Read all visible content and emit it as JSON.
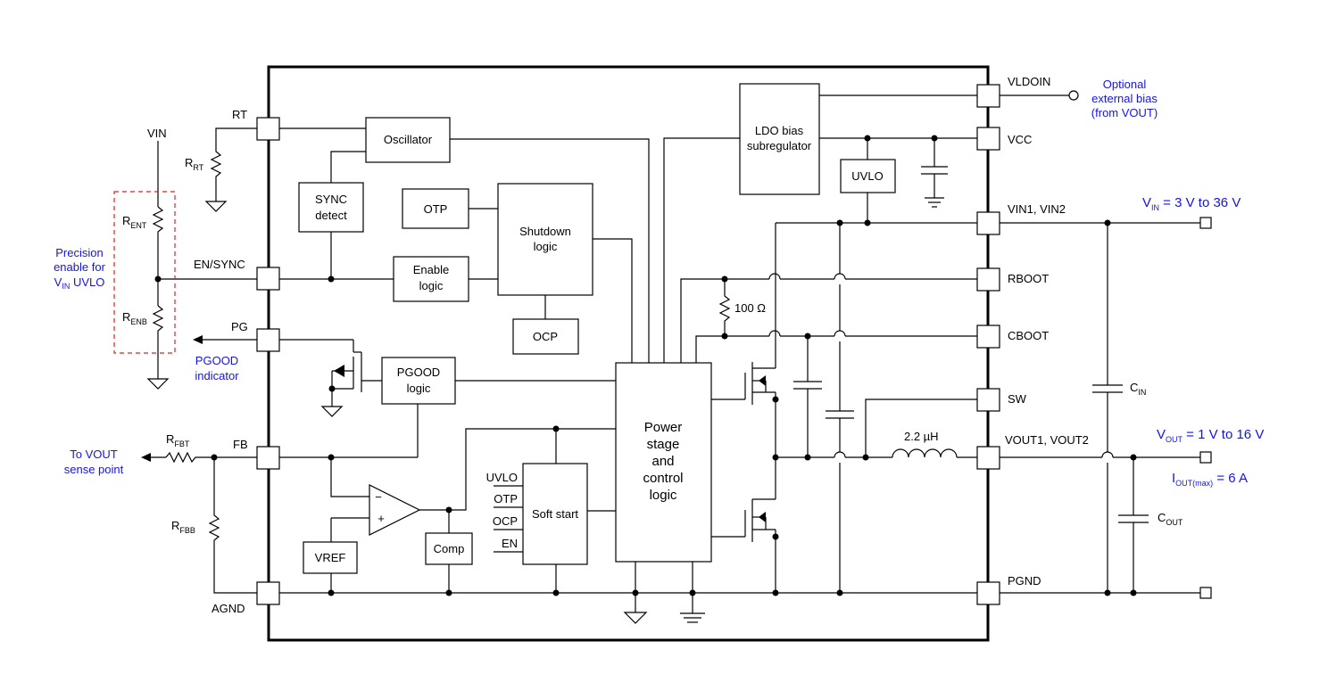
{
  "pins": {
    "rt": "RT",
    "en_sync": "EN/SYNC",
    "pg": "PG",
    "fb": "FB",
    "agnd": "AGND",
    "vldoin": "VLDOIN",
    "vcc": "VCC",
    "vin": "VIN1, VIN2",
    "rboot": "RBOOT",
    "cboot": "CBOOT",
    "sw": "SW",
    "vout": "VOUT1, VOUT2",
    "pgnd": "PGND"
  },
  "blocks": {
    "oscillator": "Oscillator",
    "sync_l1": "SYNC",
    "sync_l2": "detect",
    "otp": "OTP",
    "shutdown_l1": "Shutdown",
    "shutdown_l2": "logic",
    "enable_l1": "Enable",
    "enable_l2": "logic",
    "ocp": "OCP",
    "pgood_l1": "PGOOD",
    "pgood_l2": "logic",
    "ldo_l1": "LDO bias",
    "ldo_l2": "subregulator",
    "uvlo": "UVLO",
    "power_l1": "Power",
    "power_l2": "stage",
    "power_l3": "and",
    "power_l4": "control",
    "power_l5": "logic",
    "softstart": "Soft start",
    "ss_uvlo": "UVLO",
    "ss_otp": "OTP",
    "ss_ocp": "OCP",
    "ss_en": "EN",
    "vref": "VREF",
    "comp": "Comp",
    "amp_minus": "−",
    "amp_plus": "+"
  },
  "external": {
    "vin_top": "VIN",
    "rrt": "R",
    "rrt_sub": "RT",
    "rent": "R",
    "rent_sub": "ENT",
    "renb": "R",
    "renb_sub": "ENB",
    "rfbt": "R",
    "rfbt_sub": "FBT",
    "rfbb": "R",
    "rfbb_sub": "FBB",
    "precision_l1": "Precision",
    "precision_l2": "enable for",
    "precision_l3_a": "V",
    "precision_l3_sub": "IN",
    "precision_l3_b": " UVLO",
    "pgood_l1": "PGOOD",
    "pgood_l2": "indicator",
    "tovout_l1": "To VOUT",
    "tovout_l2": "sense point",
    "optional_l1": "Optional",
    "optional_l2": "external bias",
    "optional_l3": "(from VOUT)",
    "r100": "100 Ω",
    "inductor": "2.2 µH",
    "cin": "C",
    "cin_sub": "IN",
    "cout": "C",
    "cout_sub": "OUT",
    "vin_a": "V",
    "vin_sub": "IN",
    "vin_b": " = 3 V to 36 V",
    "vout_a": "V",
    "vout_sub": "OUT",
    "vout_b": " = 1 V to 16 V",
    "iout_a": "I",
    "iout_sub": "OUT(max)",
    "iout_b": " = 6 A"
  },
  "colors": {
    "annotation": "#1414e6",
    "enable_box": "#e02020"
  }
}
